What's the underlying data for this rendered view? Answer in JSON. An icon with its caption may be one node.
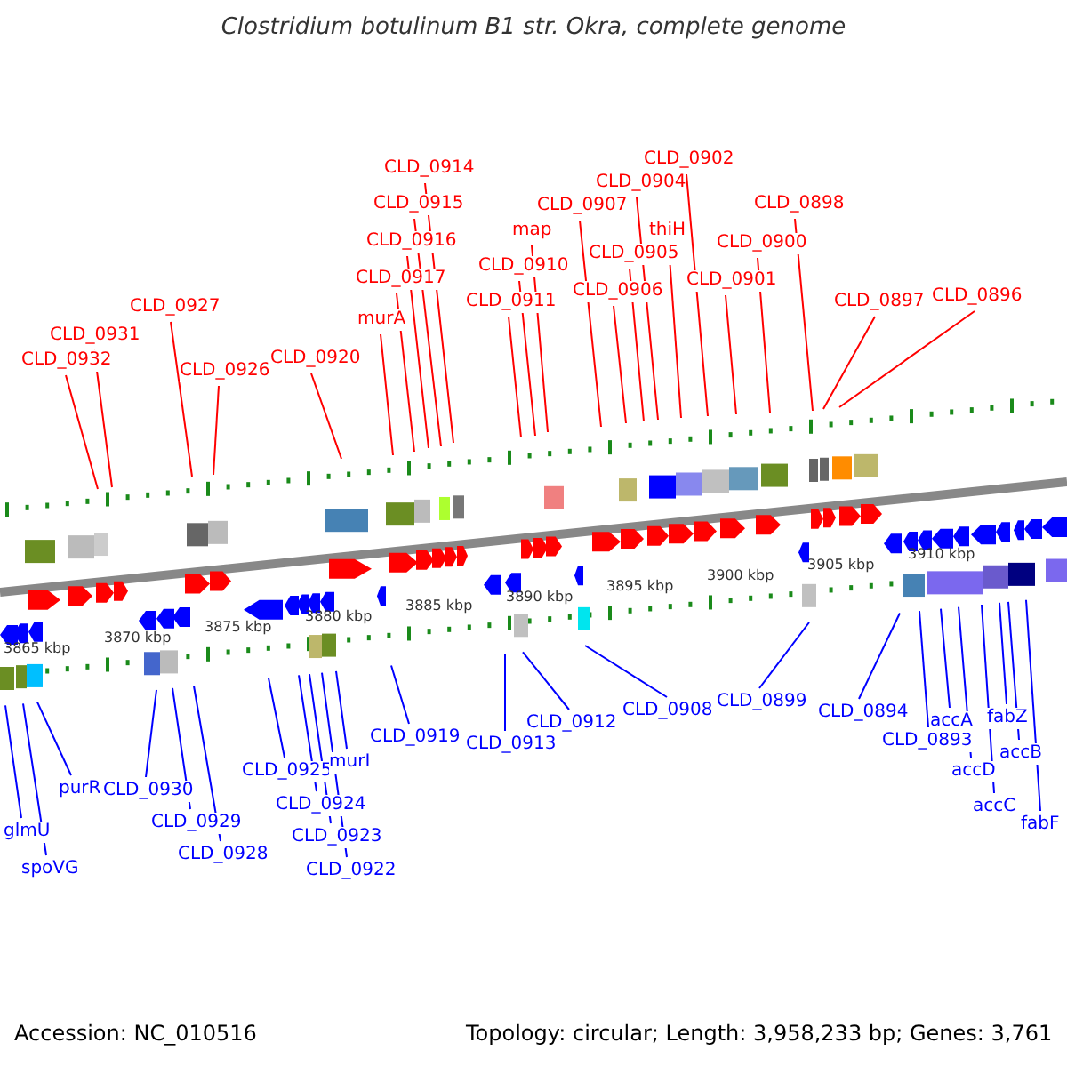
{
  "diagram": {
    "title": "Clostridium botulinum B1 str. Okra, complete genome",
    "nodes": [
      {
        "text": [
          "CLD_0932"
        ]
      },
      {
        "text": [
          "CLD_0931"
        ]
      },
      {
        "text": [
          "CLD_0927"
        ]
      },
      {
        "text": [
          "CLD_0926"
        ]
      },
      {
        "text": [
          "CLD_0920"
        ]
      },
      {
        "text": [
          "murA"
        ]
      },
      {
        "text": [
          "CLD_0917"
        ]
      },
      {
        "text": [
          "CLD_0916"
        ]
      },
      {
        "text": [
          "CLD_0915"
        ]
      },
      {
        "text": [
          "CLD_0914"
        ]
      },
      {
        "text": [
          "CLD_0911"
        ]
      },
      {
        "text": [
          "CLD_0910"
        ]
      },
      {
        "text": [
          "map"
        ]
      },
      {
        "text": [
          "CLD_0907"
        ]
      },
      {
        "text": [
          "CLD_0906"
        ]
      },
      {
        "text": [
          "CLD_0905"
        ]
      },
      {
        "text": [
          "CLD_0904"
        ]
      },
      {
        "text": [
          "thiH"
        ]
      },
      {
        "text": [
          "CLD_0902"
        ]
      },
      {
        "text": [
          "CLD_0901"
        ]
      },
      {
        "text": [
          "CLD_0900"
        ]
      },
      {
        "text": [
          "CLD_0898"
        ]
      },
      {
        "text": [
          "CLD_0897"
        ]
      },
      {
        "text": [
          "CLD_0896"
        ]
      },
      {
        "text": [
          "glmU"
        ]
      },
      {
        "text": [
          "spoVG"
        ]
      },
      {
        "text": [
          "purR"
        ]
      },
      {
        "text": [
          "CLD_0930"
        ]
      },
      {
        "text": [
          "CLD_0929"
        ]
      },
      {
        "text": [
          "CLD_0928"
        ]
      },
      {
        "text": [
          "CLD_0925"
        ]
      },
      {
        "text": [
          "CLD_0924"
        ]
      },
      {
        "text": [
          "CLD_0923"
        ]
      },
      {
        "text": [
          "CLD_0922"
        ]
      },
      {
        "text": [
          "murI"
        ]
      },
      {
        "text": [
          "CLD_0919"
        ]
      },
      {
        "text": [
          "CLD_0913"
        ]
      },
      {
        "text": [
          "CLD_0912"
        ]
      },
      {
        "text": [
          "CLD_0908"
        ]
      },
      {
        "text": [
          "CLD_0899"
        ]
      },
      {
        "text": [
          "CLD_0894"
        ]
      },
      {
        "text": [
          "CLD_0893"
        ]
      },
      {
        "text": [
          "accA"
        ]
      },
      {
        "text": [
          "accD"
        ]
      },
      {
        "text": [
          "accC"
        ]
      },
      {
        "text": [
          "fabZ"
        ]
      },
      {
        "text": [
          "accB"
        ]
      },
      {
        "text": [
          "fabF"
        ]
      }
    ],
    "edges": [
      {
        "from": 0,
        "to": null,
        "arrow": "none",
        "color": "#ff0000"
      },
      {
        "from": 1,
        "to": null,
        "arrow": "none",
        "color": "#ff0000"
      },
      {
        "from": 2,
        "to": null,
        "arrow": "none",
        "color": "#ff0000"
      },
      {
        "from": 3,
        "to": null,
        "arrow": "none",
        "color": "#ff0000"
      },
      {
        "from": 4,
        "to": null,
        "arrow": "none",
        "color": "#ff0000"
      },
      {
        "from": 5,
        "to": null,
        "arrow": "none",
        "color": "#ff0000"
      },
      {
        "from": 6,
        "to": null,
        "arrow": "none",
        "color": "#ff0000"
      },
      {
        "from": 7,
        "to": null,
        "arrow": "none",
        "color": "#ff0000"
      },
      {
        "from": 8,
        "to": null,
        "arrow": "none",
        "color": "#ff0000"
      },
      {
        "from": 9,
        "to": null,
        "arrow": "none",
        "color": "#ff0000"
      },
      {
        "from": 10,
        "to": null,
        "arrow": "none",
        "color": "#ff0000"
      },
      {
        "from": 11,
        "to": null,
        "arrow": "none",
        "color": "#ff0000"
      },
      {
        "from": 12,
        "to": null,
        "arrow": "none",
        "color": "#ff0000"
      },
      {
        "from": 13,
        "to": null,
        "arrow": "none",
        "color": "#ff0000"
      },
      {
        "from": 14,
        "to": null,
        "arrow": "none",
        "color": "#ff0000"
      },
      {
        "from": 15,
        "to": null,
        "arrow": "none",
        "color": "#ff0000"
      },
      {
        "from": 16,
        "to": null,
        "arrow": "none",
        "color": "#ff0000"
      },
      {
        "from": 17,
        "to": null,
        "arrow": "none",
        "color": "#ff0000"
      },
      {
        "from": 18,
        "to": null,
        "arrow": "none",
        "color": "#ff0000"
      },
      {
        "from": 19,
        "to": null,
        "arrow": "none",
        "color": "#ff0000"
      },
      {
        "from": 20,
        "to": null,
        "arrow": "none",
        "color": "#ff0000"
      },
      {
        "from": 21,
        "to": null,
        "arrow": "none",
        "color": "#ff0000"
      },
      {
        "from": 22,
        "to": null,
        "arrow": "none",
        "color": "#ff0000"
      },
      {
        "from": 23,
        "to": null,
        "arrow": "none",
        "color": "#ff0000"
      },
      {
        "from": 24,
        "to": null,
        "arrow": "none",
        "color": "#0000ff"
      },
      {
        "from": 25,
        "to": null,
        "arrow": "none",
        "color": "#0000ff"
      },
      {
        "from": 26,
        "to": null,
        "arrow": "none",
        "color": "#0000ff"
      },
      {
        "from": 27,
        "to": null,
        "arrow": "none",
        "color": "#0000ff"
      },
      {
        "from": 28,
        "to": null,
        "arrow": "none",
        "color": "#0000ff"
      },
      {
        "from": 29,
        "to": null,
        "arrow": "none",
        "color": "#0000ff"
      },
      {
        "from": 30,
        "to": null,
        "arrow": "none",
        "color": "#0000ff"
      },
      {
        "from": 31,
        "to": null,
        "arrow": "none",
        "color": "#0000ff"
      },
      {
        "from": 32,
        "to": null,
        "arrow": "none",
        "color": "#0000ff"
      },
      {
        "from": 33,
        "to": null,
        "arrow": "none",
        "color": "#0000ff"
      },
      {
        "from": 34,
        "to": null,
        "arrow": "none",
        "color": "#0000ff"
      },
      {
        "from": 35,
        "to": null,
        "arrow": "none",
        "color": "#0000ff"
      },
      {
        "from": 36,
        "to": null,
        "arrow": "none",
        "color": "#0000ff"
      },
      {
        "from": 37,
        "to": null,
        "arrow": "none",
        "color": "#0000ff"
      },
      {
        "from": 38,
        "to": null,
        "arrow": "none",
        "color": "#0000ff"
      },
      {
        "from": 39,
        "to": null,
        "arrow": "none",
        "color": "#0000ff"
      },
      {
        "from": 40,
        "to": null,
        "arrow": "none",
        "color": "#0000ff"
      },
      {
        "from": 41,
        "to": null,
        "arrow": "none",
        "color": "#0000ff"
      },
      {
        "from": 42,
        "to": null,
        "arrow": "none",
        "color": "#0000ff"
      },
      {
        "from": 43,
        "to": null,
        "arrow": "none",
        "color": "#0000ff"
      },
      {
        "from": 44,
        "to": null,
        "arrow": "none",
        "color": "#0000ff"
      },
      {
        "from": 45,
        "to": null,
        "arrow": "none",
        "color": "#0000ff"
      },
      {
        "from": 46,
        "to": null,
        "arrow": "none",
        "color": "#0000ff"
      },
      {
        "from": 47,
        "to": null,
        "arrow": "none",
        "color": "#0000ff"
      }
    ],
    "labels": [
      "3865 kbp",
      "3870 kbp",
      "3875 kbp",
      "3880 kbp",
      "3885 kbp",
      "3890 kbp",
      "3895 kbp",
      "3900 kbp",
      "3905 kbp",
      "3910 kbp",
      "Accession: NC_010516",
      "Topology: circular; Length: 3,958,233 bp; Genes: 3,761"
    ]
  }
}
